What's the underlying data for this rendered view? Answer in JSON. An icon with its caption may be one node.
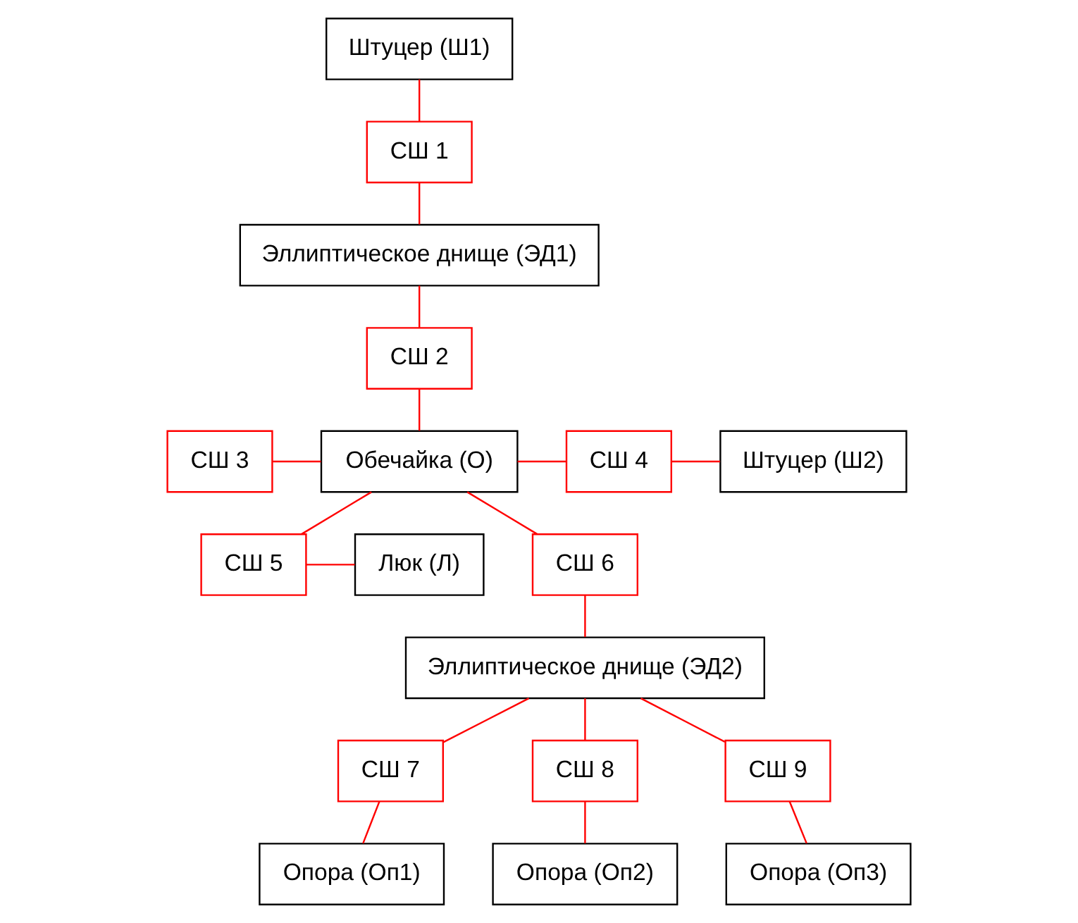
{
  "diagram": {
    "nodes": [
      {
        "text": [
          "Штуцер (Ш1)"
        ]
      },
      {
        "text": [
          "СШ 1"
        ]
      },
      {
        "text": [
          "Эллиптическое днище (ЭД1)"
        ]
      },
      {
        "text": [
          "СШ 2"
        ]
      },
      {
        "text": [
          "СШ 3"
        ]
      },
      {
        "text": [
          "Обечайка (О)"
        ]
      },
      {
        "text": [
          "СШ 4"
        ]
      },
      {
        "text": [
          "Штуцер (Ш2)"
        ]
      },
      {
        "text": [
          "СШ 5"
        ]
      },
      {
        "text": [
          "Люк (Л)"
        ]
      },
      {
        "text": [
          "СШ 6"
        ]
      },
      {
        "text": [
          "Эллиптическое днище (ЭД2)"
        ]
      },
      {
        "text": [
          "СШ 7"
        ]
      },
      {
        "text": [
          "СШ 8"
        ]
      },
      {
        "text": [
          "СШ 9"
        ]
      },
      {
        "text": [
          "Опора (Оп1)"
        ]
      },
      {
        "text": [
          "Опора (Оп2)"
        ]
      },
      {
        "text": [
          "Опора (Оп3)"
        ]
      }
    ],
    "edges": [
      {
        "from": 0,
        "to": 1,
        "arrow": "none"
      },
      {
        "from": 1,
        "to": 2,
        "arrow": "none"
      },
      {
        "from": 2,
        "to": 3,
        "arrow": "none"
      },
      {
        "from": 3,
        "to": 5,
        "arrow": "none"
      },
      {
        "from": 4,
        "to": 5,
        "arrow": "none"
      },
      {
        "from": 5,
        "to": 6,
        "arrow": "none"
      },
      {
        "from": 6,
        "to": 7,
        "arrow": "none"
      },
      {
        "from": 5,
        "to": 8,
        "arrow": "none"
      },
      {
        "from": 8,
        "to": 9,
        "arrow": "none"
      },
      {
        "from": 5,
        "to": 10,
        "arrow": "none"
      },
      {
        "from": 10,
        "to": 11,
        "arrow": "none"
      },
      {
        "from": 11,
        "to": 12,
        "arrow": "none"
      },
      {
        "from": 11,
        "to": 13,
        "arrow": "none"
      },
      {
        "from": 11,
        "to": 14,
        "arrow": "none"
      },
      {
        "from": 12,
        "to": 15,
        "arrow": "none"
      },
      {
        "from": 13,
        "to": 16,
        "arrow": "none"
      },
      {
        "from": 14,
        "to": 17,
        "arrow": "none"
      }
    ]
  }
}
